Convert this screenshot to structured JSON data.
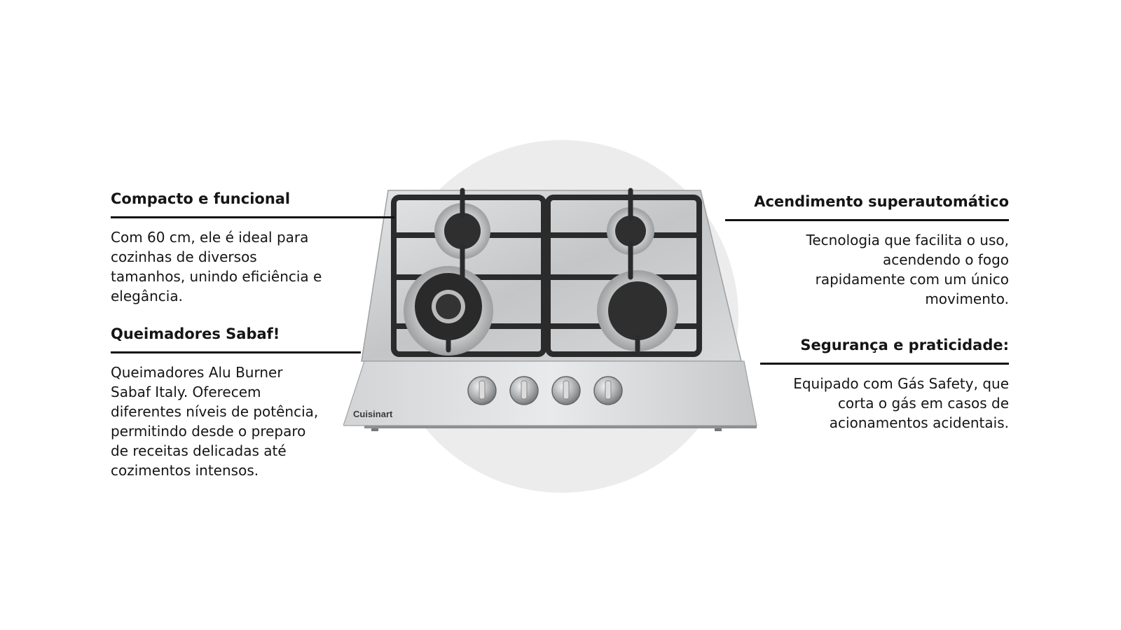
{
  "features": [
    {
      "title": "Compacto e funcional",
      "description": "Com 60 cm, ele é ideal para cozinhas de diversos tamanhos, unindo eficiência e elegância."
    },
    {
      "title": "Queimadores Sabaf!",
      "description": "Queimadores Alu Burner Sabaf Italy. Oferecem diferentes níveis de potência, permitindo desde o preparo de receitas delicadas até cozimentos intensos."
    },
    {
      "title": "Acendimento superautomático",
      "description": "Tecnologia que facilita o uso, acendendo o fogo rapidamente com um único movimento."
    },
    {
      "title": "Segurança e praticidade:",
      "description": "Equipado com Gás Safety, que corta o gás em casos de acionamentos acidentais."
    }
  ],
  "product": {
    "brand": "Cuisinart",
    "image": "stainless-steel-gas-cooktop-4-burners",
    "knob_count": 4
  },
  "colors": {
    "background": "#ffffff",
    "circle": "#ececec",
    "text": "#151515",
    "steel": "#c9cbcd",
    "grate": "#2b2b2b"
  }
}
